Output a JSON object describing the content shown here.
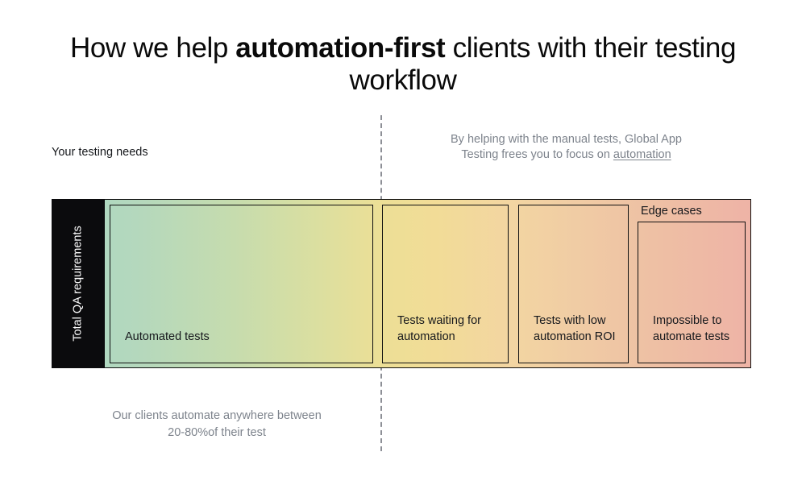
{
  "title": {
    "part1": "How we help ",
    "emphasis": "automation-first",
    "part2": " clients with their testing workflow"
  },
  "annotations": {
    "left_caption": "Your testing needs",
    "right_caption_line1": "By helping with the manual tests, Global App",
    "right_caption_line2_prefix": "Testing frees you to focus on ",
    "right_caption_link": "automation",
    "bottom_caption_line1": "Our clients automate anywhere between",
    "bottom_caption_line2": "20-80%of their test"
  },
  "bar": {
    "axis_label": "Total QA requirements",
    "edge_cases_label": "Edge cases",
    "segments": [
      {
        "label": "Automated tests"
      },
      {
        "label": "Tests waiting for automation"
      },
      {
        "label": "Tests with low automation ROI"
      },
      {
        "label": "Impossible to automate tests"
      }
    ]
  },
  "colors": {
    "gradient_start": "#aad7c4",
    "gradient_mid1": "#ecdf96",
    "gradient_mid2": "#f0cba4",
    "gradient_end": "#eeb3a6",
    "axis_block": "#0b0b0d",
    "muted_text": "#7d838c",
    "dark_text": "#16181c",
    "outline": "#111111"
  }
}
